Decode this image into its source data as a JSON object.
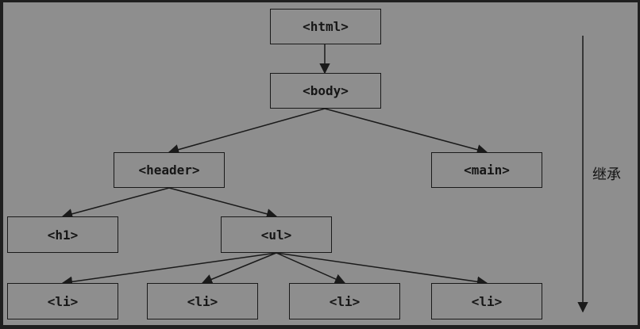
{
  "nodes": {
    "html": "<html>",
    "body": "<body>",
    "header": "<header>",
    "main": "<main>",
    "h1": "<h1>",
    "ul": "<ul>",
    "li_1": "<li>",
    "li_2": "<li>",
    "li_3": "<li>",
    "li_4": "<li>"
  },
  "side_label": "继承",
  "colors": {
    "outer_background": "#1f1f1f",
    "panel_background": "#8e8e8e",
    "stroke": "#1a1a1a"
  }
}
